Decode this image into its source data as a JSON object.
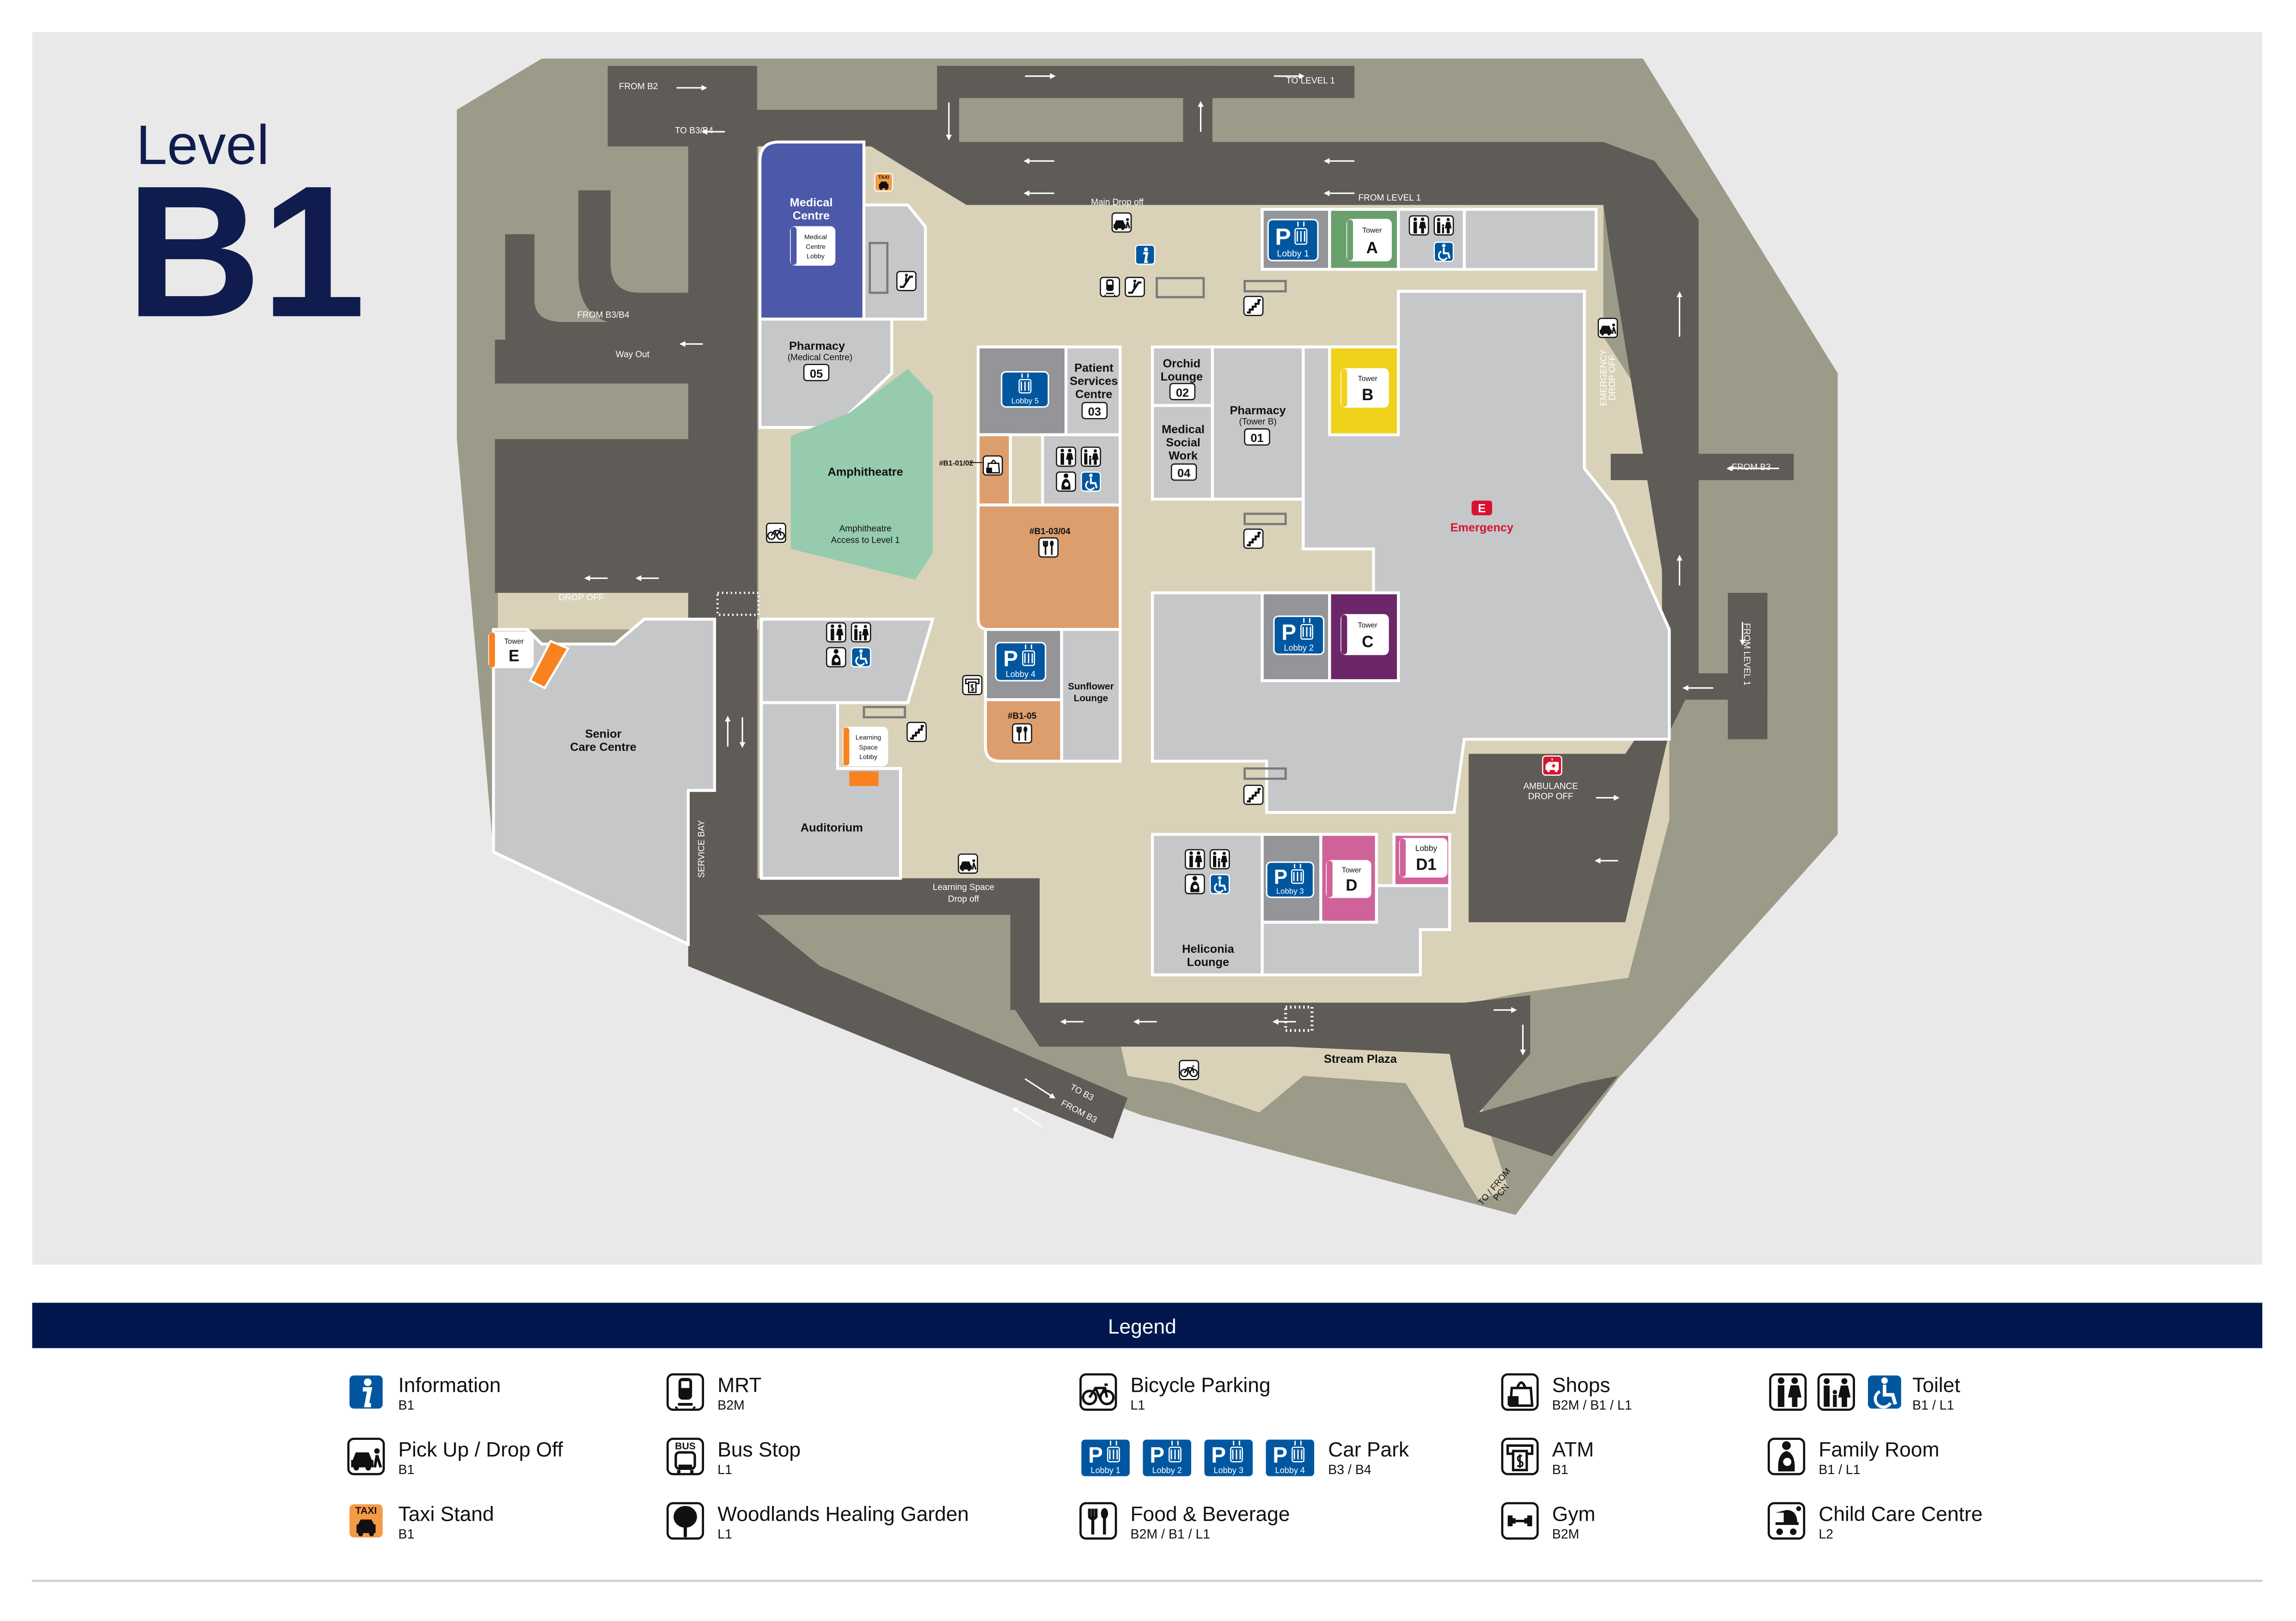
{
  "title": {
    "level_word": "Level",
    "level_code": "B1"
  },
  "colors": {
    "navy": "#0f1c4d",
    "legend_bar": "#01174d",
    "site": "#9c9a88",
    "road": "#5f5b57",
    "floor": "#d9d2b9",
    "room": "#c6c7c9",
    "lift_lobby": "#939598",
    "medical_centre": "#4c58a8",
    "amphitheatre": "#97cbad",
    "fnb": "#dc9e6c",
    "tower_a": "#6aa06b",
    "tower_b": "#f0d21c",
    "tower_c": "#6b2769",
    "tower_d": "#d0629a",
    "tower_e": "#f7821f",
    "parking_blue": "#0057a0",
    "emergency_red": "#d7132f",
    "taxi_orange": "#f59a44"
  },
  "roads": {
    "from_b2": "FROM B2",
    "to_b3b4": "TO B3/B4",
    "to_level1": "TO LEVEL 1",
    "main_dropoff": "Main Drop off",
    "from_level1_top": "FROM LEVEL 1",
    "from_b3b4": "FROM B3/B4",
    "way_out": "Way Out",
    "drop_off": "DROP OFF",
    "service_bay": "SERVICE BAY",
    "emergency_dropoff": [
      "EMERGENCY",
      "DROP OFF"
    ],
    "from_b3_right": "FROM B3",
    "from_level1_right": "FROM LEVEL 1",
    "ambulance_dropoff": [
      "AMBULANCE",
      "DROP OFF"
    ],
    "learning_space_dropoff": [
      "Learning Space",
      "Drop off"
    ],
    "to_b3": "TO B3",
    "from_b3_bottom": "FROM B3",
    "to_from_pcn": [
      "TO / FROM",
      "PCN"
    ],
    "stream_plaza": "Stream Plaza"
  },
  "rooms": {
    "medical_centre": [
      "Medical",
      "Centre"
    ],
    "medical_centre_lobby": [
      "Medical",
      "Centre",
      "Lobby"
    ],
    "pharmacy_medical": {
      "name": "Pharmacy",
      "sub": "(Medical Centre)",
      "num": "05"
    },
    "amphitheatre": "Amphitheatre",
    "amphitheatre_access": [
      "Amphitheatre",
      "Access to Level 1"
    ],
    "patient_services": {
      "lines": [
        "Patient",
        "Services",
        "Centre"
      ],
      "num": "03"
    },
    "orchid_lounge": {
      "lines": [
        "Orchid",
        "Lounge"
      ],
      "num": "02"
    },
    "medical_social_work": {
      "lines": [
        "Medical",
        "Social",
        "Work"
      ],
      "num": "04"
    },
    "pharmacy_tower_b": {
      "name": "Pharmacy",
      "sub": "(Tower B)",
      "num": "01"
    },
    "emergency": {
      "label": "Emergency",
      "badge": "E"
    },
    "unit_b1_0102": "#B1-01/02",
    "unit_b1_0304": "#B1-03/04",
    "unit_b1_05": "#B1-05",
    "sunflower_lounge": [
      "Sunflower",
      "Lounge"
    ],
    "senior_care_centre": [
      "Senior",
      "Care Centre"
    ],
    "auditorium": "Auditorium",
    "learning_space_lobby": [
      "Learning",
      "Space",
      "Lobby"
    ],
    "heliconia_lounge": [
      "Heliconia",
      "Lounge"
    ]
  },
  "towers": {
    "word": "Tower",
    "a": "A",
    "b": "B",
    "c": "C",
    "d": "D",
    "e": "E",
    "lobby_d1": {
      "word": "Lobby",
      "code": "D1"
    }
  },
  "lobbies": {
    "l1": "Lobby 1",
    "l2": "Lobby 2",
    "l3": "Lobby 3",
    "l4": "Lobby 4",
    "l5": "Lobby 5"
  },
  "icon_text": {
    "taxi": "TAXI",
    "bus": "BUS",
    "parking": "P"
  },
  "legend": {
    "title": "Legend",
    "items": [
      {
        "name": "Information",
        "levels": "B1",
        "icon": "info-icon"
      },
      {
        "name": "Pick Up / Drop Off",
        "levels": "B1",
        "icon": "pickup-dropoff-icon"
      },
      {
        "name": "Taxi Stand",
        "levels": "B1",
        "icon": "taxi-icon"
      },
      {
        "name": "MRT",
        "levels": "B2M",
        "icon": "mrt-icon"
      },
      {
        "name": "Bus Stop",
        "levels": "L1",
        "icon": "bus-icon"
      },
      {
        "name": "Woodlands Healing Garden",
        "levels": "L1",
        "icon": "tree-icon"
      },
      {
        "name": "Bicycle Parking",
        "levels": "L1",
        "icon": "bicycle-icon"
      },
      {
        "name": "Car Park",
        "levels": "B3 / B4",
        "icon": "parking-lobby-icon"
      },
      {
        "name": "Food & Beverage",
        "levels": "B2M / B1 / L1",
        "icon": "food-icon"
      },
      {
        "name": "Shops",
        "levels": "B2M / B1 / L1",
        "icon": "shop-icon"
      },
      {
        "name": "ATM",
        "levels": "B1",
        "icon": "atm-icon"
      },
      {
        "name": "Gym",
        "levels": "B2M",
        "icon": "gym-icon"
      },
      {
        "name": "Toilet",
        "levels": "B1 / L1",
        "icon": "toilet-icon"
      },
      {
        "name": "Family Room",
        "levels": "B1 / L1",
        "icon": "nursing-icon"
      },
      {
        "name": "Child Care Centre",
        "levels": "L2",
        "icon": "stroller-icon"
      }
    ]
  }
}
